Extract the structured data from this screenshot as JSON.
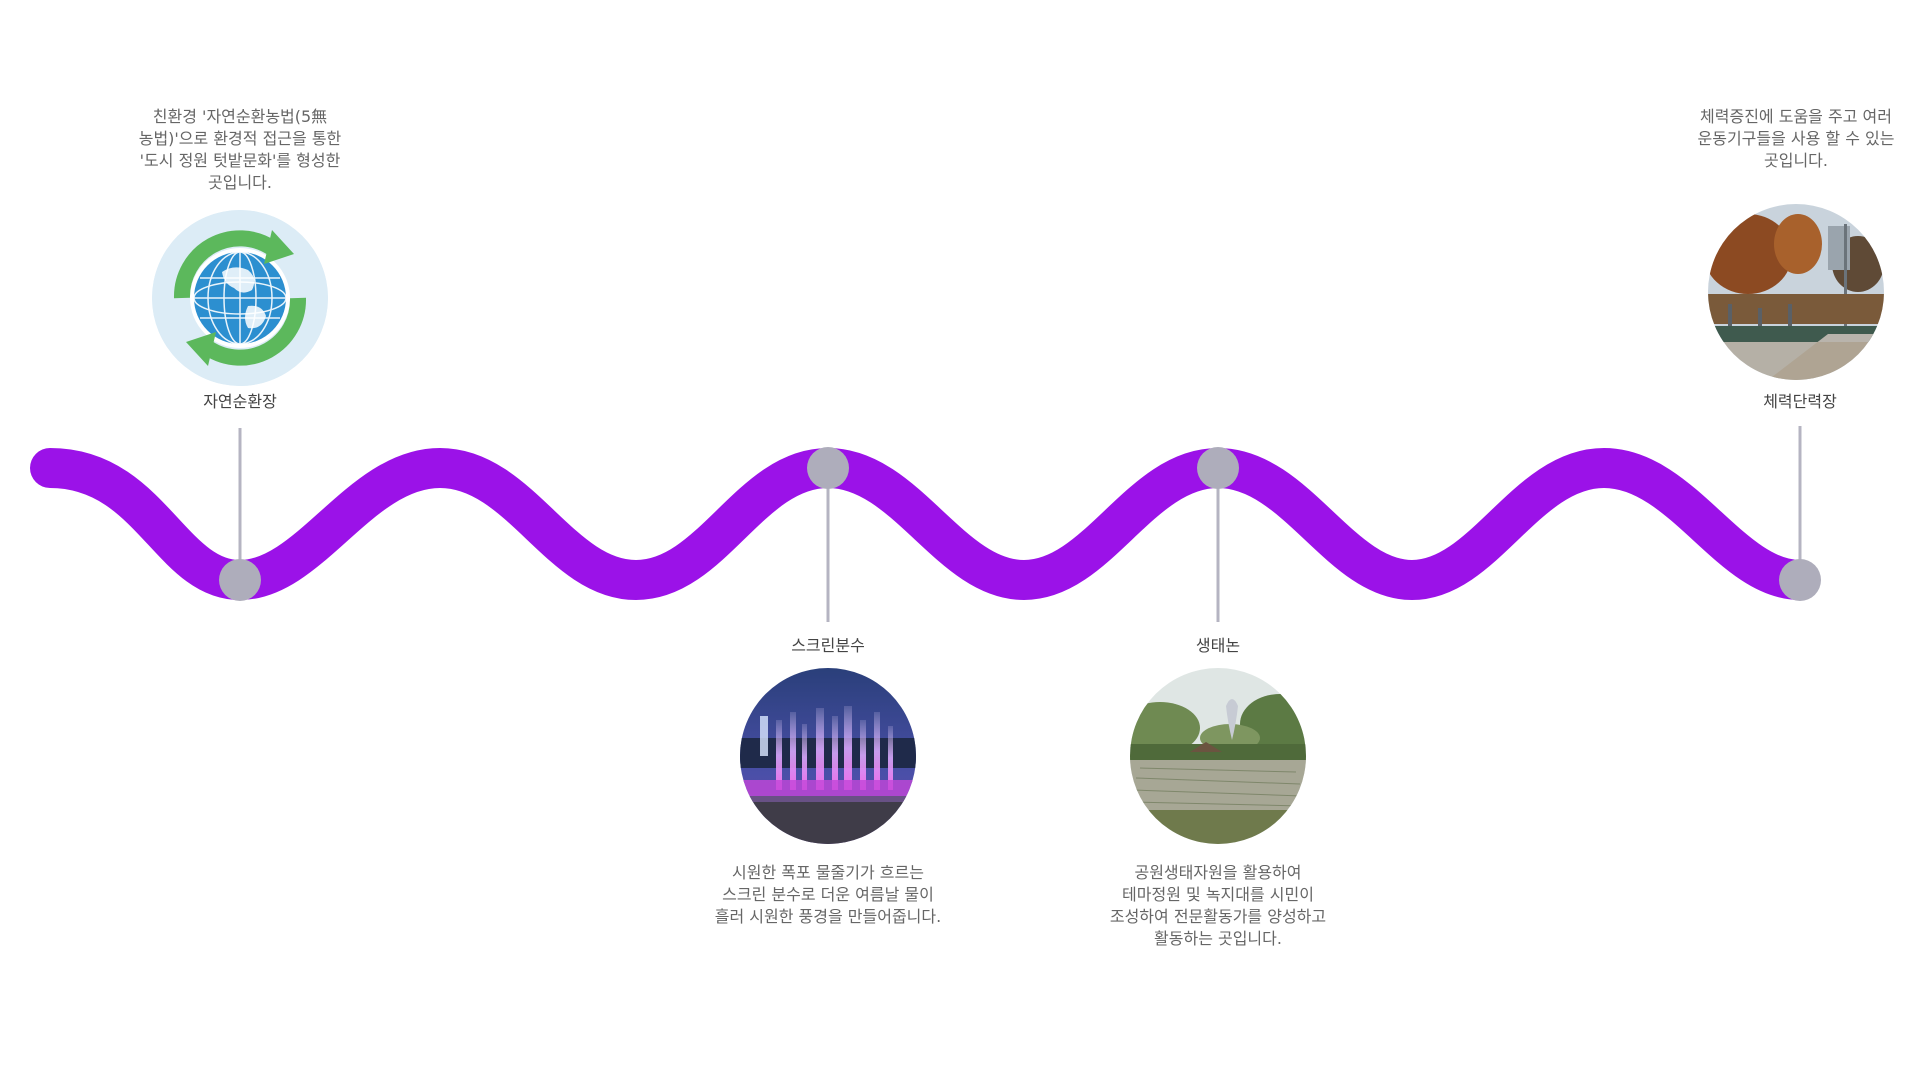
{
  "colors": {
    "wave": "#9b12e8",
    "node": "#aeadbb",
    "connector": "#b5b4c2",
    "title_text": "#444444",
    "desc_text": "#666666"
  },
  "stops": [
    {
      "title": "자연순환장",
      "description": "친환경 '자연순환농법(5無\n농법)'으로 환경적 접근을 통한\n'도시 정원 텃밭문화'를 형성한\n곳입니다.",
      "icon": "recycle-globe-icon"
    },
    {
      "title": "스크린분수",
      "description": "시원한 폭포 물줄기가 흐르는\n스크린 분수로 더운 여름날 물이\n흘러 시원한 풍경을 만들어줍니다.",
      "icon": "fountain-photo"
    },
    {
      "title": "생태논",
      "description": "공원생태자원을 활용하여\n테마정원 및 녹지대를 시민이\n조성하여 전문활동가를 양성하고\n활동하는 곳입니다.",
      "icon": "rice-paddy-photo"
    },
    {
      "title": "체력단력장",
      "description": "체력증진에 도움을 주고 여러\n운동기구들을 사용 할 수 있는\n곳입니다.",
      "icon": "fitness-area-photo"
    }
  ]
}
